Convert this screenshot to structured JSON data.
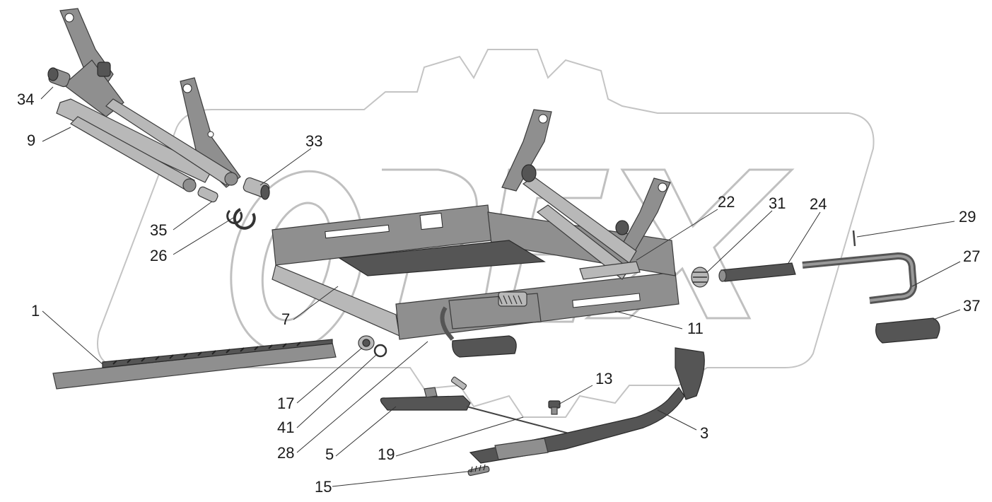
{
  "diagram": {
    "part_labels": [
      {
        "id": "34",
        "text": "34"
      },
      {
        "id": "9",
        "text": "9"
      },
      {
        "id": "33",
        "text": "33"
      },
      {
        "id": "35",
        "text": "35"
      },
      {
        "id": "26",
        "text": "26"
      },
      {
        "id": "1",
        "text": "1"
      },
      {
        "id": "7",
        "text": "7"
      },
      {
        "id": "17",
        "text": "17"
      },
      {
        "id": "41",
        "text": "41"
      },
      {
        "id": "28",
        "text": "28"
      },
      {
        "id": "5",
        "text": "5"
      },
      {
        "id": "19",
        "text": "19"
      },
      {
        "id": "15",
        "text": "15"
      },
      {
        "id": "13",
        "text": "13"
      },
      {
        "id": "3",
        "text": "3"
      },
      {
        "id": "11",
        "text": "11"
      },
      {
        "id": "22",
        "text": "22"
      },
      {
        "id": "31",
        "text": "31"
      },
      {
        "id": "24",
        "text": "24"
      },
      {
        "id": "29",
        "text": "29"
      },
      {
        "id": "27",
        "text": "27"
      },
      {
        "id": "37",
        "text": "37"
      }
    ],
    "colors": {
      "metal": "#8f8f8f",
      "metal_dark": "#555555",
      "watermark": "#c4c4c4"
    }
  }
}
